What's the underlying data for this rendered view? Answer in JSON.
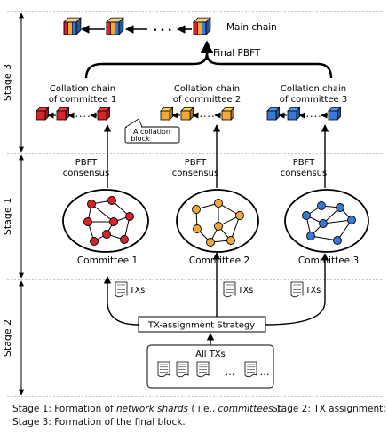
{
  "stages": {
    "stage1": "Stage 1",
    "stage2": "Stage 2",
    "stage3": "Stage 3"
  },
  "main_chain_label": "Main chain",
  "final_pbft_label": "Final PBFT",
  "ellipsis": "• • •",
  "collation_chains": [
    {
      "line1": "Collation chain",
      "line2": "of committee 1",
      "color": "#d7242b"
    },
    {
      "line1": "Collation chain",
      "line2": "of committee 2",
      "color": "#f2a93a"
    },
    {
      "line1": "Collation chain",
      "line2": "of committee 3",
      "color": "#3a78d6"
    }
  ],
  "collation_block_callout": {
    "line1": "A collation",
    "line2": "block"
  },
  "pbft_consensus": {
    "line1": "PBFT",
    "line2": "consensus"
  },
  "committees": [
    "Committee 1",
    "Committee 2",
    "Committee 3"
  ],
  "txs_label": "TXs",
  "tx_assignment_label": "TX-assignment Strategy",
  "all_txs_label": "All TXs",
  "ellipsis_small": "…",
  "caption": {
    "line1_prefix": "Stage 1: Formation of ",
    "line1_italic1": "network shards",
    "line1_mid": " ( i.e., ",
    "line1_italic2": "committees",
    "line1_suffix": " );",
    "line1_right": "Stage 2: TX assignment;",
    "line2": "Stage 3: Formation of the final block."
  },
  "colors": {
    "red": "#d7242b",
    "yellow": "#f2a93a",
    "blue": "#3a78d6",
    "main_block_stripes": [
      "#d7242b",
      "#f2a93a",
      "#3a78d6"
    ]
  }
}
